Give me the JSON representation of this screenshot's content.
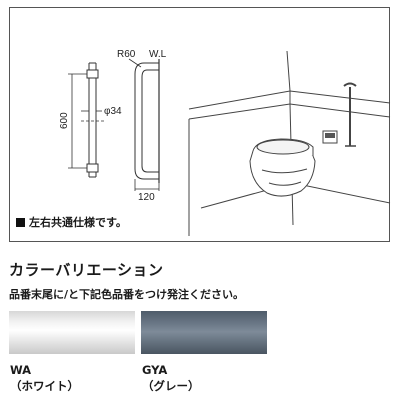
{
  "diagram": {
    "dim_r60": "R60",
    "dim_wl": "W.L",
    "dim_600": "600",
    "dim_phi34": "φ34",
    "dim_120": "120",
    "note": "左右共通仕様です。"
  },
  "color_variation": {
    "heading": "カラーバリエーション",
    "subtext": "品番末尾に/と下記色品番をつけ発注ください。",
    "swatches": [
      {
        "code": "WA",
        "name": "（ホワイト）",
        "color": "#f2f2f2"
      },
      {
        "code": "GYA",
        "name": "（グレー）",
        "color": "#6b7887"
      }
    ]
  }
}
